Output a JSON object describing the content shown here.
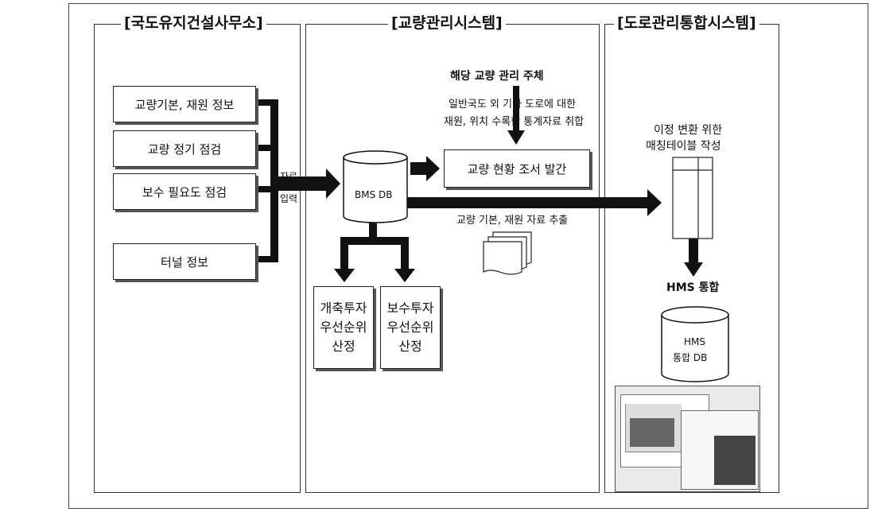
{
  "panels": {
    "left": {
      "title": "[국도유지건설사무소]"
    },
    "middle": {
      "title": "[교량관리시스템]"
    },
    "right": {
      "title": "[도로관리통합시스템]"
    }
  },
  "left_boxes": [
    "교량기본, 재원 정보",
    "교량 정기 점검",
    "보수 필요도 점검",
    "터널 정보"
  ],
  "input_label": {
    "line1": "자료",
    "line2": "입력"
  },
  "middle": {
    "db_label": "BMS DB",
    "agency_label": "해당 교량 관리 주체",
    "desc_line1": "일반국도 외 기타 도로에 대한",
    "desc_line2": "재원, 위치 수록한 통계자료 취합",
    "report_box": "교량 현황 조서 발간",
    "extract_label": "교량 기본, 재원 자료 추출",
    "priority_boxes": [
      {
        "line1": "개축투자",
        "line2": "우선순위",
        "line3": "산정"
      },
      {
        "line1": "보수투자",
        "line2": "우선순위",
        "line3": "산정"
      }
    ]
  },
  "right": {
    "table_note_line1": "이정 변환 위한",
    "table_note_line2": "매칭테이블 작성",
    "hms_label": "HMS 통합",
    "hms_db_line1": "HMS",
    "hms_db_line2": "통합 DB"
  },
  "colors": {
    "line": "#111111",
    "border": "#333333",
    "background": "#ffffff"
  },
  "icons": [
    "cylinder-db-icon",
    "document-stack-icon",
    "screenshot-thumbnail"
  ]
}
